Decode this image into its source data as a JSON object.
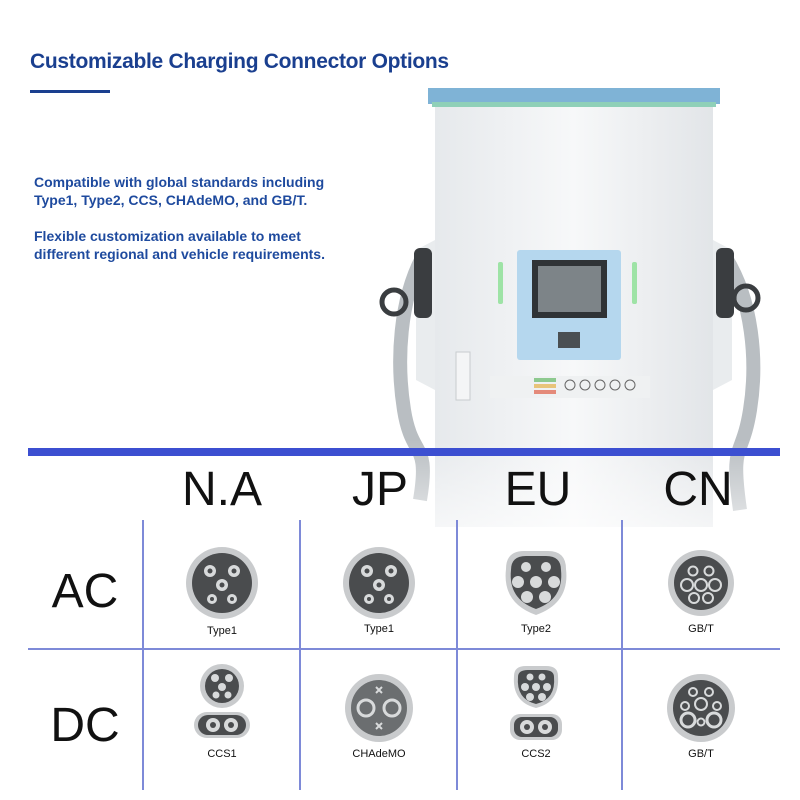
{
  "header": {
    "title": "Customizable Charging Connector Options"
  },
  "description": {
    "line1a": "Compatible with global standards including",
    "line1b": "Type1, Type2, CCS, CHAdeMO, and GB/T.",
    "line2a": "Flexible customization available to meet",
    "line2b": "different regional and vehicle requirements."
  },
  "table": {
    "columns": [
      "N.A",
      "JP",
      "EU",
      "CN"
    ],
    "rows": [
      "AC",
      "DC"
    ],
    "ac": [
      "Type1",
      "Type1",
      "Type2",
      "GB/T"
    ],
    "dc": [
      "CCS1",
      "CHAdeMO",
      "CCS2",
      "GB/T"
    ]
  },
  "colors": {
    "title": "#1a3f8f",
    "band": "#3c4fd1",
    "grid": "#7e8ad8"
  }
}
